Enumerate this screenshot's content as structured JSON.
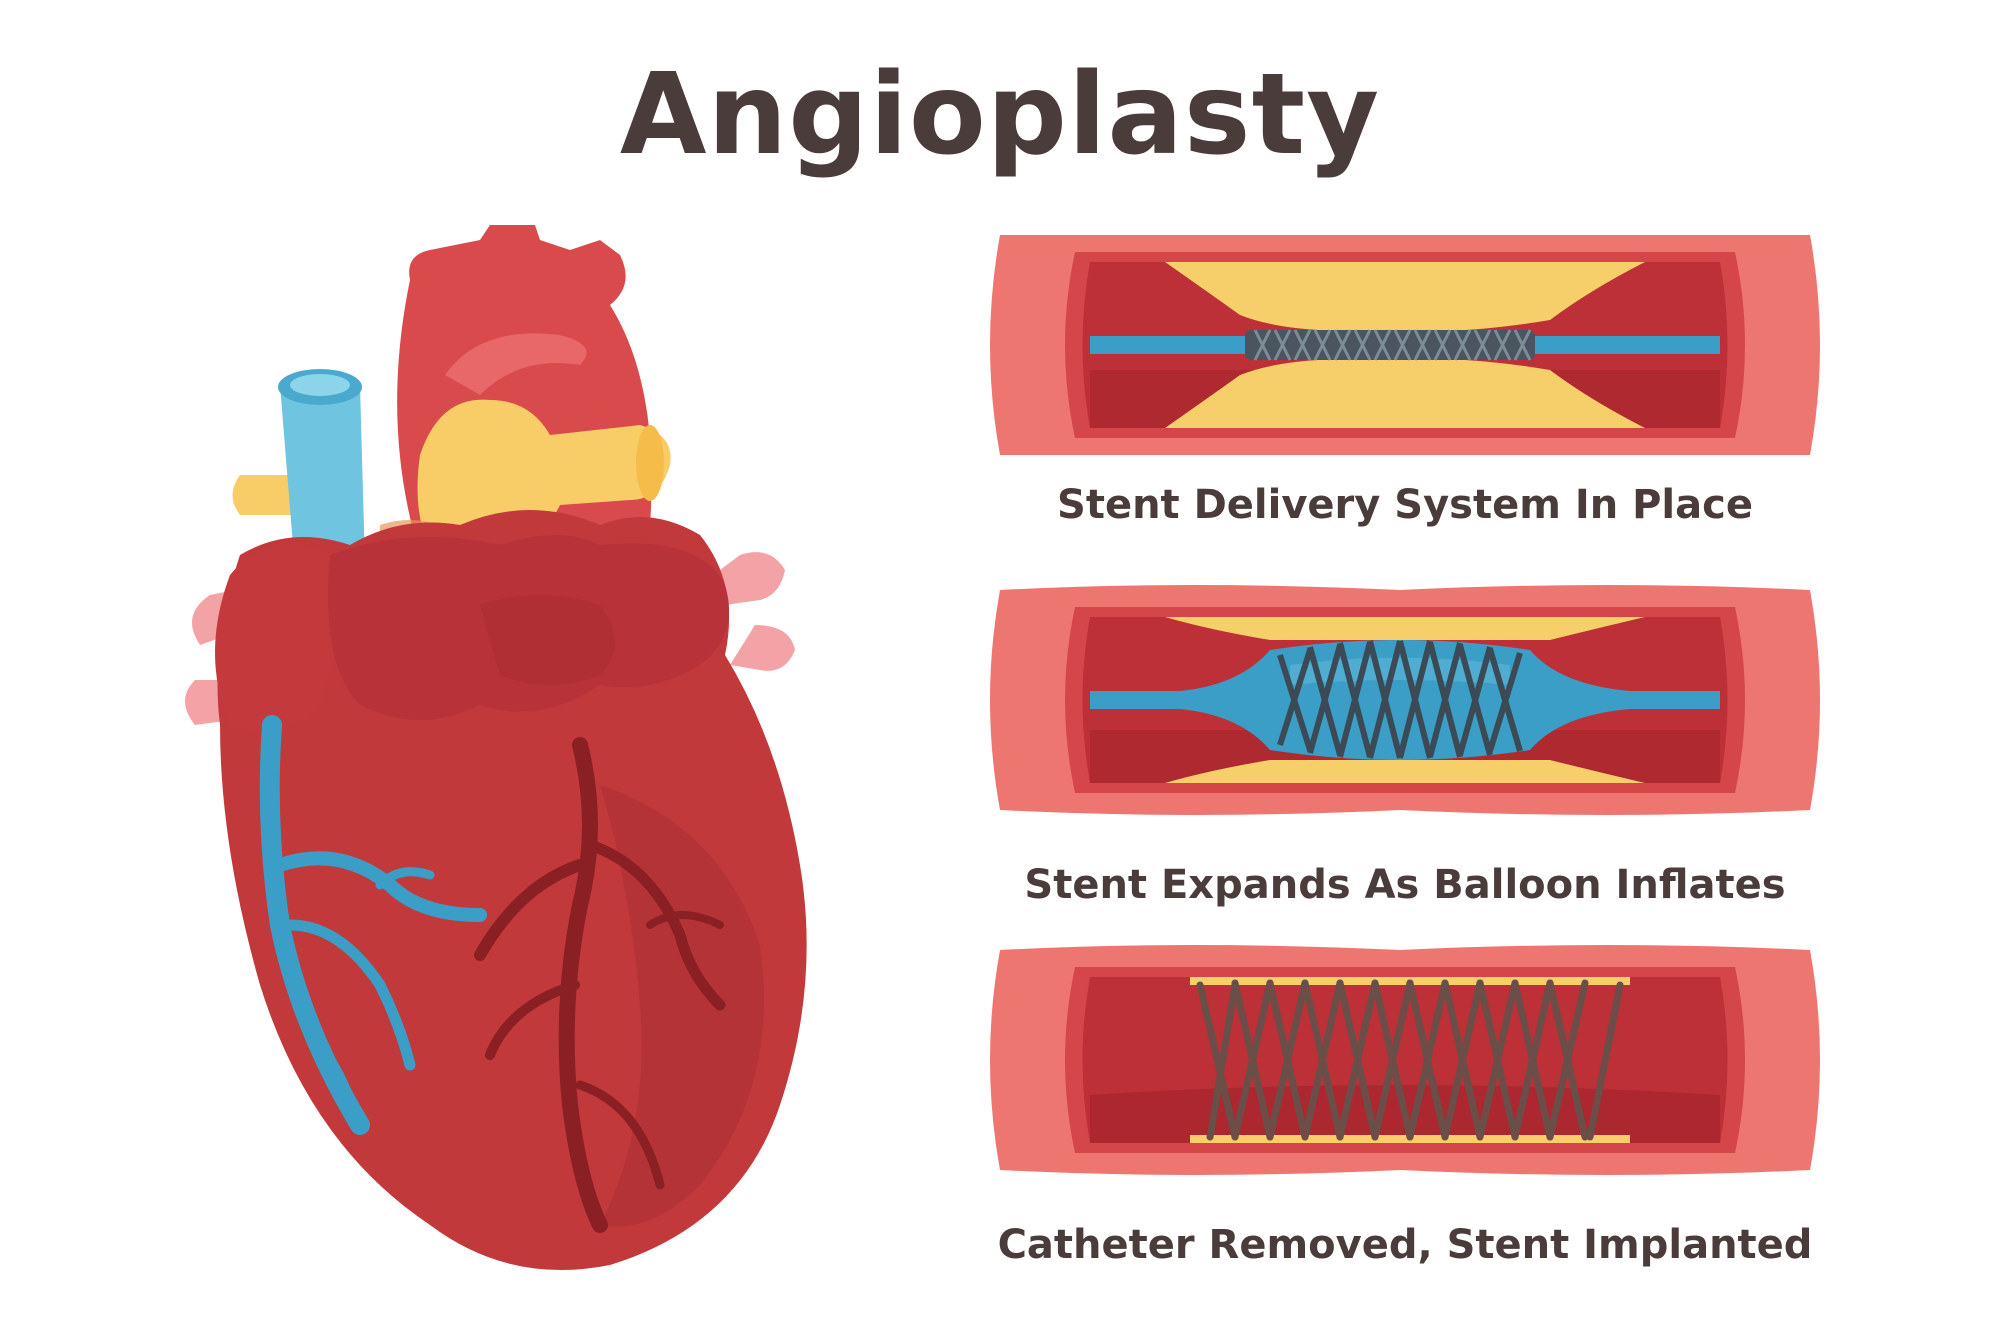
{
  "title": "Angioplasty",
  "stages": [
    {
      "caption": "Stent Delivery System In Place"
    },
    {
      "caption": "Stent Expands As Balloon Inflates"
    },
    {
      "caption": "Catheter Removed, Stent Implanted"
    }
  ],
  "colors": {
    "title_text": "#4a3c3a",
    "vessel_outer": "#ee7670",
    "vessel_wall": "#d5464a",
    "blood": "#bd3038",
    "plaque": "#f7cf6a",
    "catheter": "#3a9ec6",
    "stent_implanted": "#6b4e48",
    "heart_main": "#c2393c",
    "heart_dark": "#a82d31",
    "aorta_blue": "#6fc4e0",
    "fat_yellow": "#f8cc67"
  }
}
